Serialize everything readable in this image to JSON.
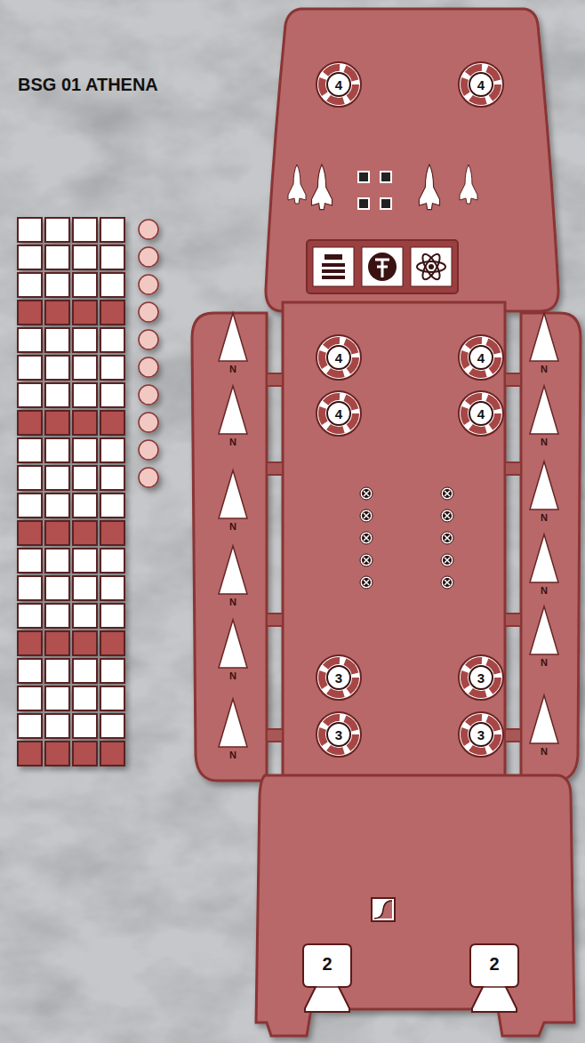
{
  "diagram": {
    "title": "BSG 01 ATHENA",
    "nodes": [
      {
        "text": [
          "4"
        ]
      },
      {
        "text": [
          "4"
        ]
      },
      {
        "text": [
          "4"
        ]
      },
      {
        "text": [
          "4"
        ]
      },
      {
        "text": [
          "4"
        ]
      },
      {
        "text": [
          "4"
        ]
      },
      {
        "text": [
          "3"
        ]
      },
      {
        "text": [
          "3"
        ]
      },
      {
        "text": [
          "3"
        ]
      },
      {
        "text": [
          "3"
        ]
      },
      {
        "text": [
          "2"
        ]
      },
      {
        "text": [
          "2"
        ]
      }
    ],
    "labels": [
      "N",
      "N",
      "N",
      "N",
      "N",
      "N",
      "N",
      "N",
      "N",
      "N",
      "N",
      "N"
    ]
  }
}
